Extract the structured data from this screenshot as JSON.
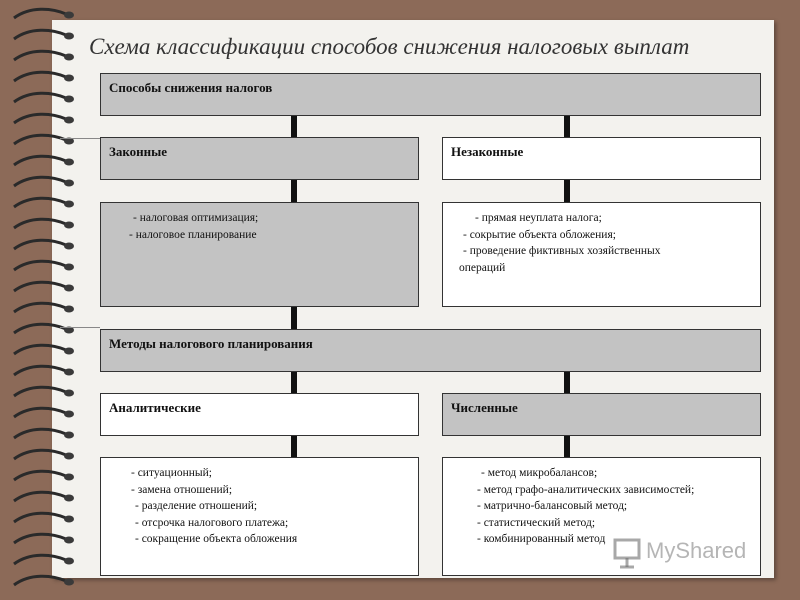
{
  "title": "Схема классификации способов снижения налоговых выплат",
  "top": {
    "label": "Способы снижения налогов"
  },
  "legal": {
    "label": "Законные",
    "items": [
      "- налоговая оптимизация;",
      "- налоговое планирование"
    ]
  },
  "illegal": {
    "label": "Незаконные",
    "items": [
      "- прямая неуплата налога;",
      "- сокрытие объекта обложения;",
      "- проведение фиктивных хозяйственных",
      "операций"
    ]
  },
  "methods": {
    "label": "Методы налогового планирования"
  },
  "analytic": {
    "label": "Аналитические",
    "items": [
      "- ситуационный;",
      "- замена отношений;",
      "- разделение отношений;",
      "- отсрочка налогового платежа;",
      "- сокращение объекта обложения"
    ]
  },
  "numeric": {
    "label": "Численные",
    "items": [
      "- метод микробалансов;",
      "- метод графо-аналитических зависимостей;",
      "- матрично-балансовый метод;",
      "- статистический метод;",
      "- комбинированный метод"
    ]
  },
  "watermark": {
    "text": "MyShared",
    "icon": "teacher-board-icon"
  },
  "colors": {
    "background": "#8c6a58",
    "paper": "#f3f2ee",
    "gray_box": "#c3c3c3",
    "connector": "#111111"
  }
}
